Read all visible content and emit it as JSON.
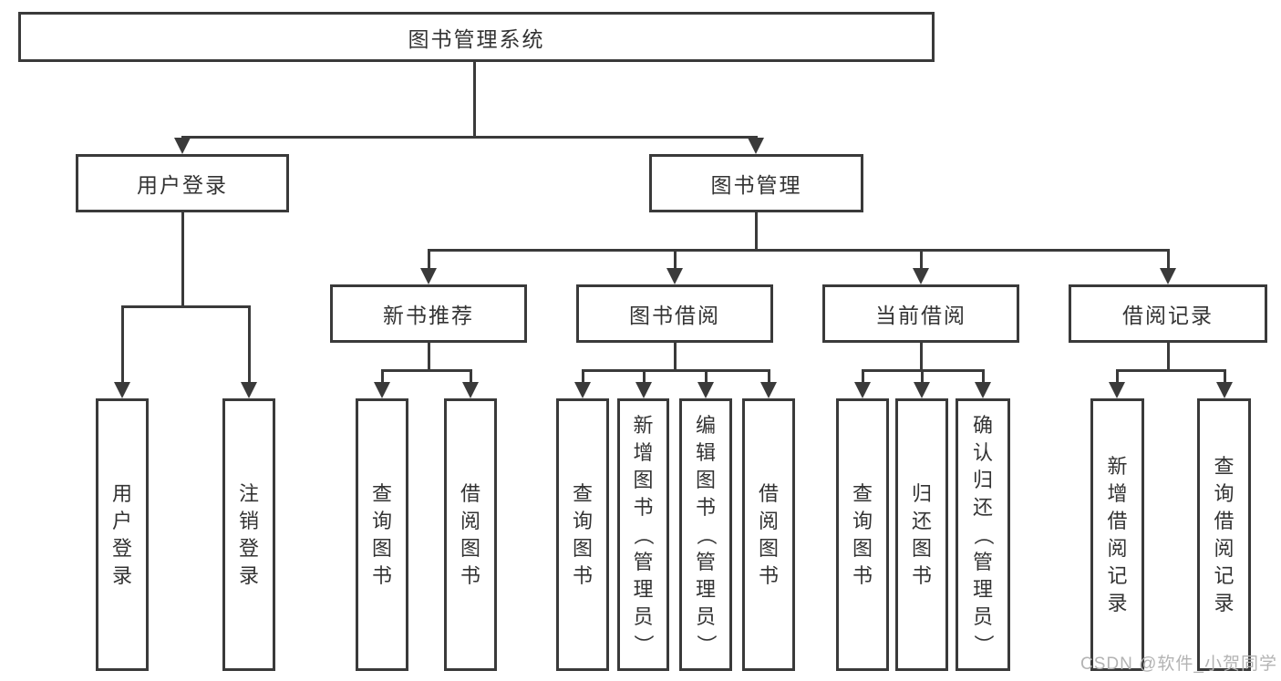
{
  "diagram": {
    "tree": {
      "label": "图书管理系统",
      "children": [
        {
          "label": "用户登录",
          "children": [
            {
              "label": "用户登录"
            },
            {
              "label": "注销登录"
            }
          ]
        },
        {
          "label": "图书管理",
          "children": [
            {
              "label": "新书推荐",
              "children": [
                {
                  "label": "查询图书"
                },
                {
                  "label": "借阅图书"
                }
              ]
            },
            {
              "label": "图书借阅",
              "children": [
                {
                  "label": "查询图书"
                },
                {
                  "label": "新增图书（管理员）"
                },
                {
                  "label": "编辑图书（管理员）"
                },
                {
                  "label": "借阅图书"
                }
              ]
            },
            {
              "label": "当前借阅",
              "children": [
                {
                  "label": "查询图书"
                },
                {
                  "label": "归还图书"
                },
                {
                  "label": "确认归还（管理员）"
                }
              ]
            },
            {
              "label": "借阅记录",
              "children": [
                {
                  "label": "新增借阅记录"
                },
                {
                  "label": "查询借阅记录"
                }
              ]
            }
          ]
        }
      ]
    }
  },
  "watermark": {
    "text": "CSDN @软件_小贺同学"
  },
  "colors": {
    "line": "#3a3a3a",
    "text": "#333333",
    "watermark": "#b3b3b3",
    "background": "#ffffff"
  }
}
